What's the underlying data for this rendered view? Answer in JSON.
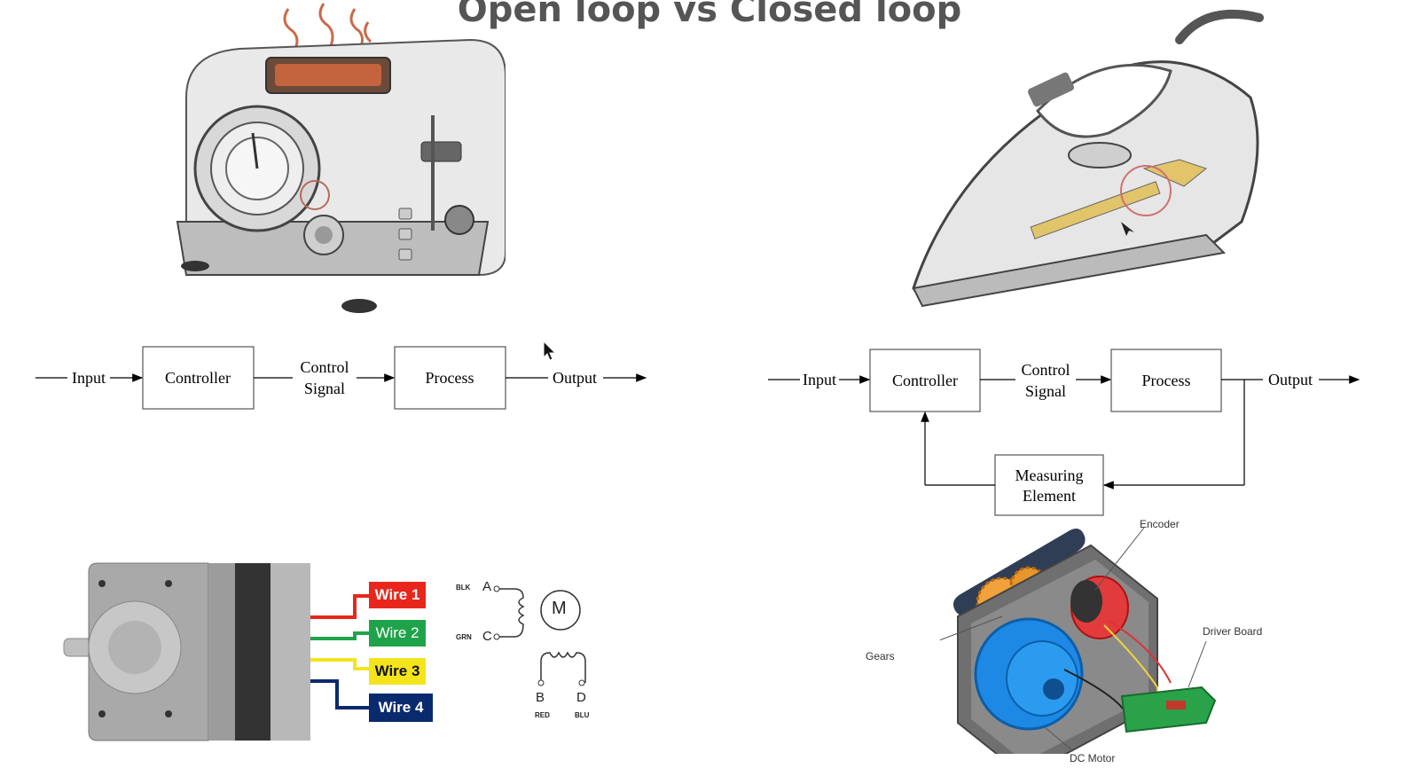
{
  "title": "Open loop vs Closed loop",
  "open_loop": {
    "input": "Input",
    "controller": "Controller",
    "control_signal_line1": "Control",
    "control_signal_line2": "Signal",
    "process": "Process",
    "output": "Output"
  },
  "closed_loop": {
    "input": "Input",
    "controller": "Controller",
    "control_signal_line1": "Control",
    "control_signal_line2": "Signal",
    "process": "Process",
    "output": "Output",
    "measuring_line1": "Measuring",
    "measuring_line2": "Element"
  },
  "stepper": {
    "wires": [
      {
        "label": "Wire 1",
        "color": "#e8261c"
      },
      {
        "label": "Wire 2",
        "color": "#1fa34a"
      },
      {
        "label": "Wire 3",
        "color": "#f4e41c"
      },
      {
        "label": "Wire 4",
        "color": "#0a2a6e"
      }
    ],
    "schematic": {
      "a": "A",
      "c": "C",
      "b": "B",
      "d": "D",
      "blk": "BLK",
      "grn": "GRN",
      "red": "RED",
      "blu": "BLU",
      "motor": "M"
    }
  },
  "servo": {
    "encoder": "Encoder",
    "gears": "Gears",
    "driver_board": "Driver Board",
    "dc_motor": "DC Motor"
  }
}
